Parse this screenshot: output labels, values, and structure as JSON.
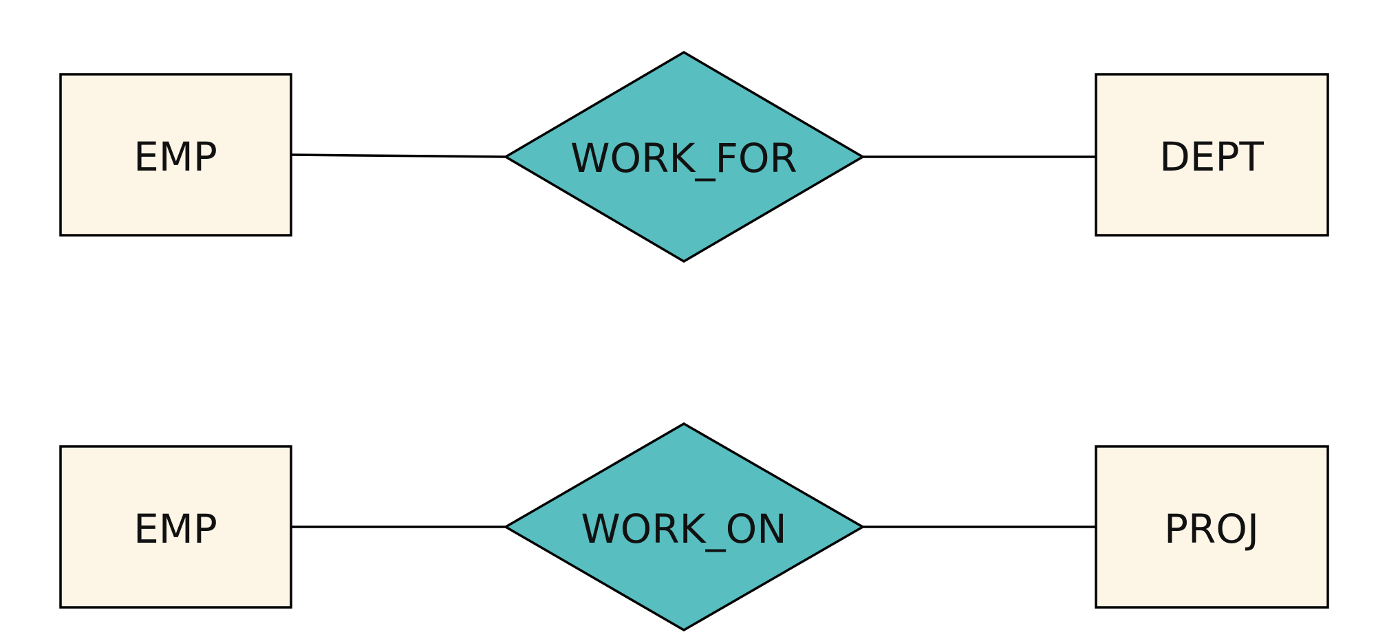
{
  "colors": {
    "entity_fill": "#fdf5e6",
    "relationship_fill": "#58bec0",
    "stroke": "#000000",
    "text": "#111111"
  },
  "diagram": {
    "rows": [
      {
        "left_entity": "EMP",
        "relationship": "WORK_FOR",
        "right_entity": "DEPT"
      },
      {
        "left_entity": "EMP",
        "relationship": "WORK_ON",
        "right_entity": "PROJ"
      }
    ]
  }
}
